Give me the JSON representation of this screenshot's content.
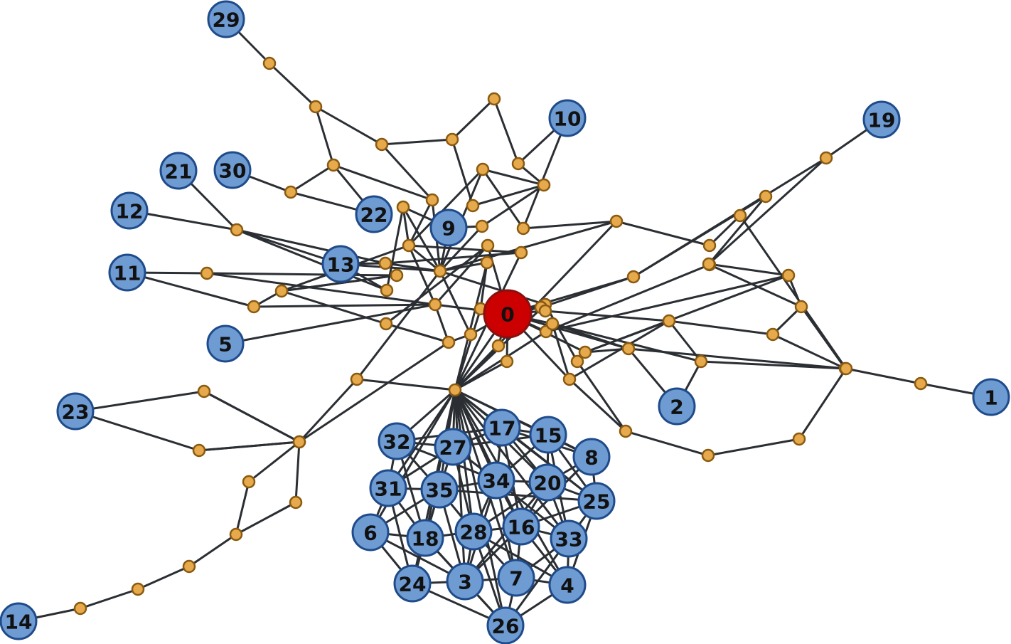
{
  "colors": {
    "node_fill": "#6e9bd2",
    "node_stroke": "#1f4b8a",
    "root_fill": "#cc0000",
    "root_stroke": "#8a1010",
    "junction_fill": "#e6a94c",
    "junction_stroke": "#8a5a10",
    "edge": "#2b2f33"
  },
  "nodes": [
    {
      "id": "n0",
      "label": "0",
      "root": true
    },
    {
      "id": "n1",
      "label": "1"
    },
    {
      "id": "n2",
      "label": "2"
    },
    {
      "id": "n3",
      "label": "3"
    },
    {
      "id": "n4",
      "label": "4"
    },
    {
      "id": "n5",
      "label": "5"
    },
    {
      "id": "n6",
      "label": "6"
    },
    {
      "id": "n7",
      "label": "7"
    },
    {
      "id": "n8",
      "label": "8"
    },
    {
      "id": "n9",
      "label": "9"
    },
    {
      "id": "n10",
      "label": "10"
    },
    {
      "id": "n11",
      "label": "11"
    },
    {
      "id": "n12",
      "label": "12"
    },
    {
      "id": "n13",
      "label": "13"
    },
    {
      "id": "n14",
      "label": "14"
    },
    {
      "id": "n15",
      "label": "15"
    },
    {
      "id": "n16",
      "label": "16"
    },
    {
      "id": "n17",
      "label": "17"
    },
    {
      "id": "n18",
      "label": "18"
    },
    {
      "id": "n19",
      "label": "19"
    },
    {
      "id": "n20",
      "label": "20"
    },
    {
      "id": "n21",
      "label": "21"
    },
    {
      "id": "n22",
      "label": "22"
    },
    {
      "id": "n23",
      "label": "23"
    },
    {
      "id": "n24",
      "label": "24"
    },
    {
      "id": "n25",
      "label": "25"
    },
    {
      "id": "n26",
      "label": "26"
    },
    {
      "id": "n27",
      "label": "27"
    },
    {
      "id": "n28",
      "label": "28"
    },
    {
      "id": "n29",
      "label": "29"
    },
    {
      "id": "n30",
      "label": "30"
    },
    {
      "id": "n31",
      "label": "31"
    },
    {
      "id": "n32",
      "label": "32"
    },
    {
      "id": "n33",
      "label": "33"
    },
    {
      "id": "n34",
      "label": "34"
    },
    {
      "id": "n35",
      "label": "35"
    }
  ],
  "edges": [
    [
      "n29",
      "j1"
    ],
    [
      "j1",
      "j2"
    ],
    [
      "j2",
      "j3"
    ],
    [
      "j3",
      "j10"
    ],
    [
      "j2",
      "j4"
    ],
    [
      "j4",
      "j5"
    ],
    [
      "j4",
      "n22"
    ],
    [
      "n30",
      "j5"
    ],
    [
      "j5",
      "n22"
    ],
    [
      "j4",
      "j10"
    ],
    [
      "j3",
      "j7"
    ],
    [
      "j7",
      "j6"
    ],
    [
      "j6",
      "j8"
    ],
    [
      "j8",
      "j12"
    ],
    [
      "j7",
      "j11"
    ],
    [
      "j11",
      "j12"
    ],
    [
      "j12",
      "j13"
    ],
    [
      "n10",
      "j8"
    ],
    [
      "n10",
      "j14"
    ],
    [
      "j9",
      "j14"
    ],
    [
      "j9",
      "j12"
    ],
    [
      "j14",
      "j20"
    ],
    [
      "j13",
      "j21"
    ],
    [
      "j21",
      "j20"
    ],
    [
      "j21",
      "j9"
    ],
    [
      "n21",
      "j15"
    ],
    [
      "n12",
      "j15"
    ],
    [
      "j15",
      "n13"
    ],
    [
      "j15",
      "j22"
    ],
    [
      "j15",
      "j25"
    ],
    [
      "n13",
      "j22"
    ],
    [
      "n13",
      "j21"
    ],
    [
      "n13",
      "j25"
    ],
    [
      "j10",
      "j17"
    ],
    [
      "j10",
      "j21"
    ],
    [
      "j9",
      "j17"
    ],
    [
      "j17",
      "j21"
    ],
    [
      "j16",
      "j21"
    ],
    [
      "j16",
      "j17"
    ],
    [
      "j16",
      "j25"
    ],
    [
      "j17",
      "j24"
    ],
    [
      "j17",
      "j28"
    ],
    [
      "j17",
      "j19"
    ],
    [
      "j22",
      "j21"
    ],
    [
      "j22",
      "j19"
    ],
    [
      "n11",
      "j26"
    ],
    [
      "n11",
      "j27"
    ],
    [
      "j27",
      "j24"
    ],
    [
      "j27",
      "j28"
    ],
    [
      "j26",
      "j28"
    ],
    [
      "j26",
      "j23"
    ],
    [
      "n5",
      "j28"
    ],
    [
      "j28",
      "j18"
    ],
    [
      "j28",
      "j30"
    ],
    [
      "j28",
      "n0"
    ],
    [
      "j23",
      "j24"
    ],
    [
      "j24",
      "j29"
    ],
    [
      "j29",
      "j18"
    ],
    [
      "j29",
      "j30"
    ],
    [
      "j30",
      "j31"
    ],
    [
      "j18",
      "n0"
    ],
    [
      "j31",
      "n0"
    ],
    [
      "j21",
      "j31"
    ],
    [
      "j21",
      "j32"
    ],
    [
      "j21",
      "j38"
    ],
    [
      "j32",
      "j33"
    ],
    [
      "n0",
      "j38"
    ],
    [
      "n0",
      "j34"
    ],
    [
      "n0",
      "j35"
    ],
    [
      "n0",
      "j36"
    ],
    [
      "n0",
      "j37"
    ],
    [
      "n0",
      "j39"
    ],
    [
      "n0",
      "j40"
    ],
    [
      "n0",
      "j41"
    ],
    [
      "j38",
      "j42"
    ],
    [
      "j32",
      "j42"
    ],
    [
      "j20",
      "j42"
    ],
    [
      "j19",
      "j42"
    ],
    [
      "j33",
      "j42"
    ],
    [
      "j34",
      "j42"
    ],
    [
      "j35",
      "j42"
    ],
    [
      "j36",
      "j42"
    ],
    [
      "n0",
      "j42"
    ],
    [
      "j20",
      "j43"
    ],
    [
      "j43",
      "j44"
    ],
    [
      "j44",
      "j53"
    ],
    [
      "j53",
      "j56"
    ],
    [
      "j56",
      "n1"
    ],
    [
      "j36",
      "j45"
    ],
    [
      "j45",
      "j47"
    ],
    [
      "j47",
      "j52"
    ],
    [
      "j52",
      "j53"
    ],
    [
      "j47",
      "j51"
    ],
    [
      "j51",
      "j52"
    ],
    [
      "j36",
      "j46"
    ],
    [
      "j46",
      "j47"
    ],
    [
      "j48",
      "j49"
    ],
    [
      "j49",
      "j50"
    ],
    [
      "j50",
      "n19"
    ],
    [
      "j46",
      "j49"
    ],
    [
      "j37",
      "j50"
    ],
    [
      "j37",
      "j48"
    ],
    [
      "j39",
      "j55"
    ],
    [
      "j55",
      "j54"
    ],
    [
      "j55",
      "j51"
    ],
    [
      "j54",
      "j52"
    ],
    [
      "j41",
      "j46"
    ],
    [
      "j41",
      "j55"
    ],
    [
      "j40",
      "j53"
    ],
    [
      "j40",
      "j41"
    ],
    [
      "j40",
      "n2"
    ],
    [
      "j54",
      "n2"
    ],
    [
      "j39",
      "j57"
    ],
    [
      "j57",
      "j58"
    ],
    [
      "j58",
      "j59"
    ],
    [
      "j59",
      "j53"
    ],
    [
      "j38",
      "j60"
    ],
    [
      "j60",
      "j57"
    ],
    [
      "j61",
      "j62"
    ],
    [
      "j61",
      "j63"
    ],
    [
      "j23",
      "j24"
    ],
    [
      "n23",
      "j62"
    ],
    [
      "n23",
      "j63"
    ],
    [
      "j62",
      "j64"
    ],
    [
      "j63",
      "j64"
    ],
    [
      "j61",
      "j64"
    ],
    [
      "j64",
      "j65"
    ],
    [
      "j64",
      "j66"
    ],
    [
      "j65",
      "j67"
    ],
    [
      "j66",
      "j67"
    ],
    [
      "j67",
      "j68"
    ],
    [
      "j68",
      "j69"
    ],
    [
      "j69",
      "j70"
    ],
    [
      "j70",
      "n14"
    ],
    [
      "j61",
      "j30"
    ],
    [
      "j42",
      "n32"
    ],
    [
      "j42",
      "n27"
    ],
    [
      "j42",
      "n17"
    ],
    [
      "j42",
      "n15"
    ],
    [
      "j42",
      "n8"
    ],
    [
      "j42",
      "n31"
    ],
    [
      "j42",
      "n35"
    ],
    [
      "j42",
      "n34"
    ],
    [
      "j42",
      "n20"
    ],
    [
      "j42",
      "n25"
    ],
    [
      "j42",
      "n6"
    ],
    [
      "j42",
      "n18"
    ],
    [
      "j42",
      "n28"
    ],
    [
      "j42",
      "n16"
    ],
    [
      "j42",
      "n33"
    ],
    [
      "j42",
      "n24"
    ],
    [
      "j42",
      "n3"
    ],
    [
      "j42",
      "n7"
    ],
    [
      "j42",
      "n4"
    ],
    [
      "j42",
      "n26"
    ],
    [
      "n32",
      "n27"
    ],
    [
      "n32",
      "n17"
    ],
    [
      "n32",
      "n31"
    ],
    [
      "n32",
      "n35"
    ],
    [
      "n32",
      "n34"
    ],
    [
      "n32",
      "n18"
    ],
    [
      "n27",
      "n17"
    ],
    [
      "n27",
      "n15"
    ],
    [
      "n27",
      "n35"
    ],
    [
      "n27",
      "n34"
    ],
    [
      "n27",
      "n28"
    ],
    [
      "n27",
      "n31"
    ],
    [
      "n17",
      "n15"
    ],
    [
      "n17",
      "n8"
    ],
    [
      "n17",
      "n34"
    ],
    [
      "n17",
      "n20"
    ],
    [
      "n17",
      "n16"
    ],
    [
      "n17",
      "n25"
    ],
    [
      "n15",
      "n8"
    ],
    [
      "n15",
      "n20"
    ],
    [
      "n15",
      "n34"
    ],
    [
      "n15",
      "n25"
    ],
    [
      "n15",
      "n33"
    ],
    [
      "n8",
      "n20"
    ],
    [
      "n8",
      "n25"
    ],
    [
      "n8",
      "n16"
    ],
    [
      "n31",
      "n35"
    ],
    [
      "n31",
      "n6"
    ],
    [
      "n31",
      "n18"
    ],
    [
      "n31",
      "n24"
    ],
    [
      "n35",
      "n34"
    ],
    [
      "n35",
      "n6"
    ],
    [
      "n35",
      "n18"
    ],
    [
      "n35",
      "n28"
    ],
    [
      "n35",
      "n24"
    ],
    [
      "n35",
      "n3"
    ],
    [
      "n35",
      "n25"
    ],
    [
      "n34",
      "n20"
    ],
    [
      "n34",
      "n28"
    ],
    [
      "n34",
      "n16"
    ],
    [
      "n34",
      "n3"
    ],
    [
      "n34",
      "n7"
    ],
    [
      "n34",
      "n33"
    ],
    [
      "n20",
      "n25"
    ],
    [
      "n20",
      "n16"
    ],
    [
      "n20",
      "n33"
    ],
    [
      "n20",
      "n28"
    ],
    [
      "n20",
      "n3"
    ],
    [
      "n25",
      "n33"
    ],
    [
      "n25",
      "n16"
    ],
    [
      "n25",
      "n4"
    ],
    [
      "n6",
      "n18"
    ],
    [
      "n6",
      "n24"
    ],
    [
      "n6",
      "n3"
    ],
    [
      "n18",
      "n28"
    ],
    [
      "n18",
      "n24"
    ],
    [
      "n18",
      "n3"
    ],
    [
      "n18",
      "n26"
    ],
    [
      "n28",
      "n16"
    ],
    [
      "n28",
      "n3"
    ],
    [
      "n28",
      "n7"
    ],
    [
      "n28",
      "n26"
    ],
    [
      "n28",
      "n4"
    ],
    [
      "n16",
      "n33"
    ],
    [
      "n16",
      "n7"
    ],
    [
      "n16",
      "n4"
    ],
    [
      "n16",
      "n3"
    ],
    [
      "n33",
      "n4"
    ],
    [
      "n33",
      "n7"
    ],
    [
      "n33",
      "n26"
    ],
    [
      "n24",
      "n3"
    ],
    [
      "n24",
      "n26"
    ],
    [
      "n3",
      "n7"
    ],
    [
      "n3",
      "n26"
    ],
    [
      "n7",
      "n4"
    ],
    [
      "n7",
      "n26"
    ],
    [
      "n4",
      "n26"
    ]
  ]
}
